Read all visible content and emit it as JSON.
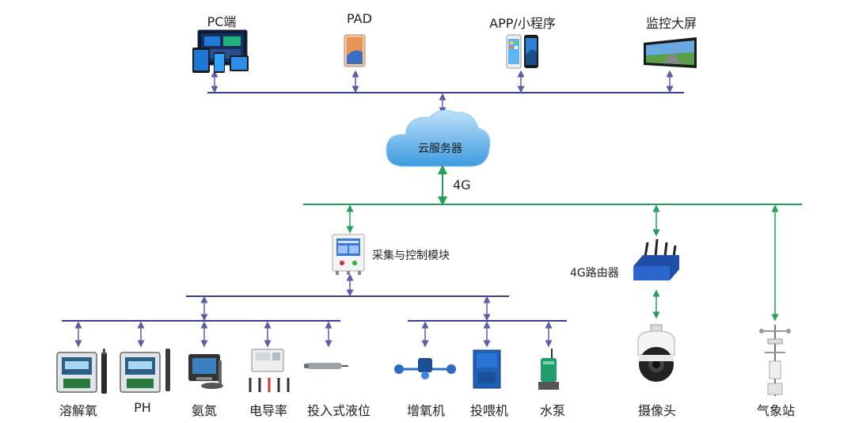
{
  "top_devices": [
    {
      "label": "PC端",
      "icon": "pc-dashboard-icon"
    },
    {
      "label": "PAD",
      "icon": "tablet-icon"
    },
    {
      "label": "APP/小程序",
      "icon": "smartphone-icon"
    },
    {
      "label": "监控大屏",
      "icon": "monitor-screen-icon"
    }
  ],
  "cloud": {
    "label": "云服务器",
    "icon": "cloud-icon"
  },
  "link_4g": "4G",
  "collector": {
    "label": "采集与控制模块",
    "icon": "control-module-icon"
  },
  "router": {
    "label": "4G路由器",
    "icon": "router-icon"
  },
  "sensors_left": [
    {
      "label": "溶解氧",
      "icon": "do-meter-icon"
    },
    {
      "label": "PH",
      "icon": "ph-meter-icon"
    },
    {
      "label": "氨氮",
      "icon": "ammonia-meter-icon"
    },
    {
      "label": "电导率",
      "icon": "conductivity-sensor-icon"
    },
    {
      "label": "投入式液位",
      "icon": "level-sensor-icon"
    }
  ],
  "actuators": [
    {
      "label": "增氧机",
      "icon": "aerator-icon"
    },
    {
      "label": "投喂机",
      "icon": "feeder-icon"
    },
    {
      "label": "水泵",
      "icon": "water-pump-icon"
    }
  ],
  "camera": {
    "label": "摄像头",
    "icon": "camera-icon"
  },
  "weather": {
    "label": "气象站",
    "icon": "weather-station-icon"
  },
  "colors": {
    "top_bus": "#3a3f8f",
    "arrow_blue": "#5b5ea6",
    "green_bus": "#22a05a",
    "cloud_fill": "#4aa8e8"
  }
}
